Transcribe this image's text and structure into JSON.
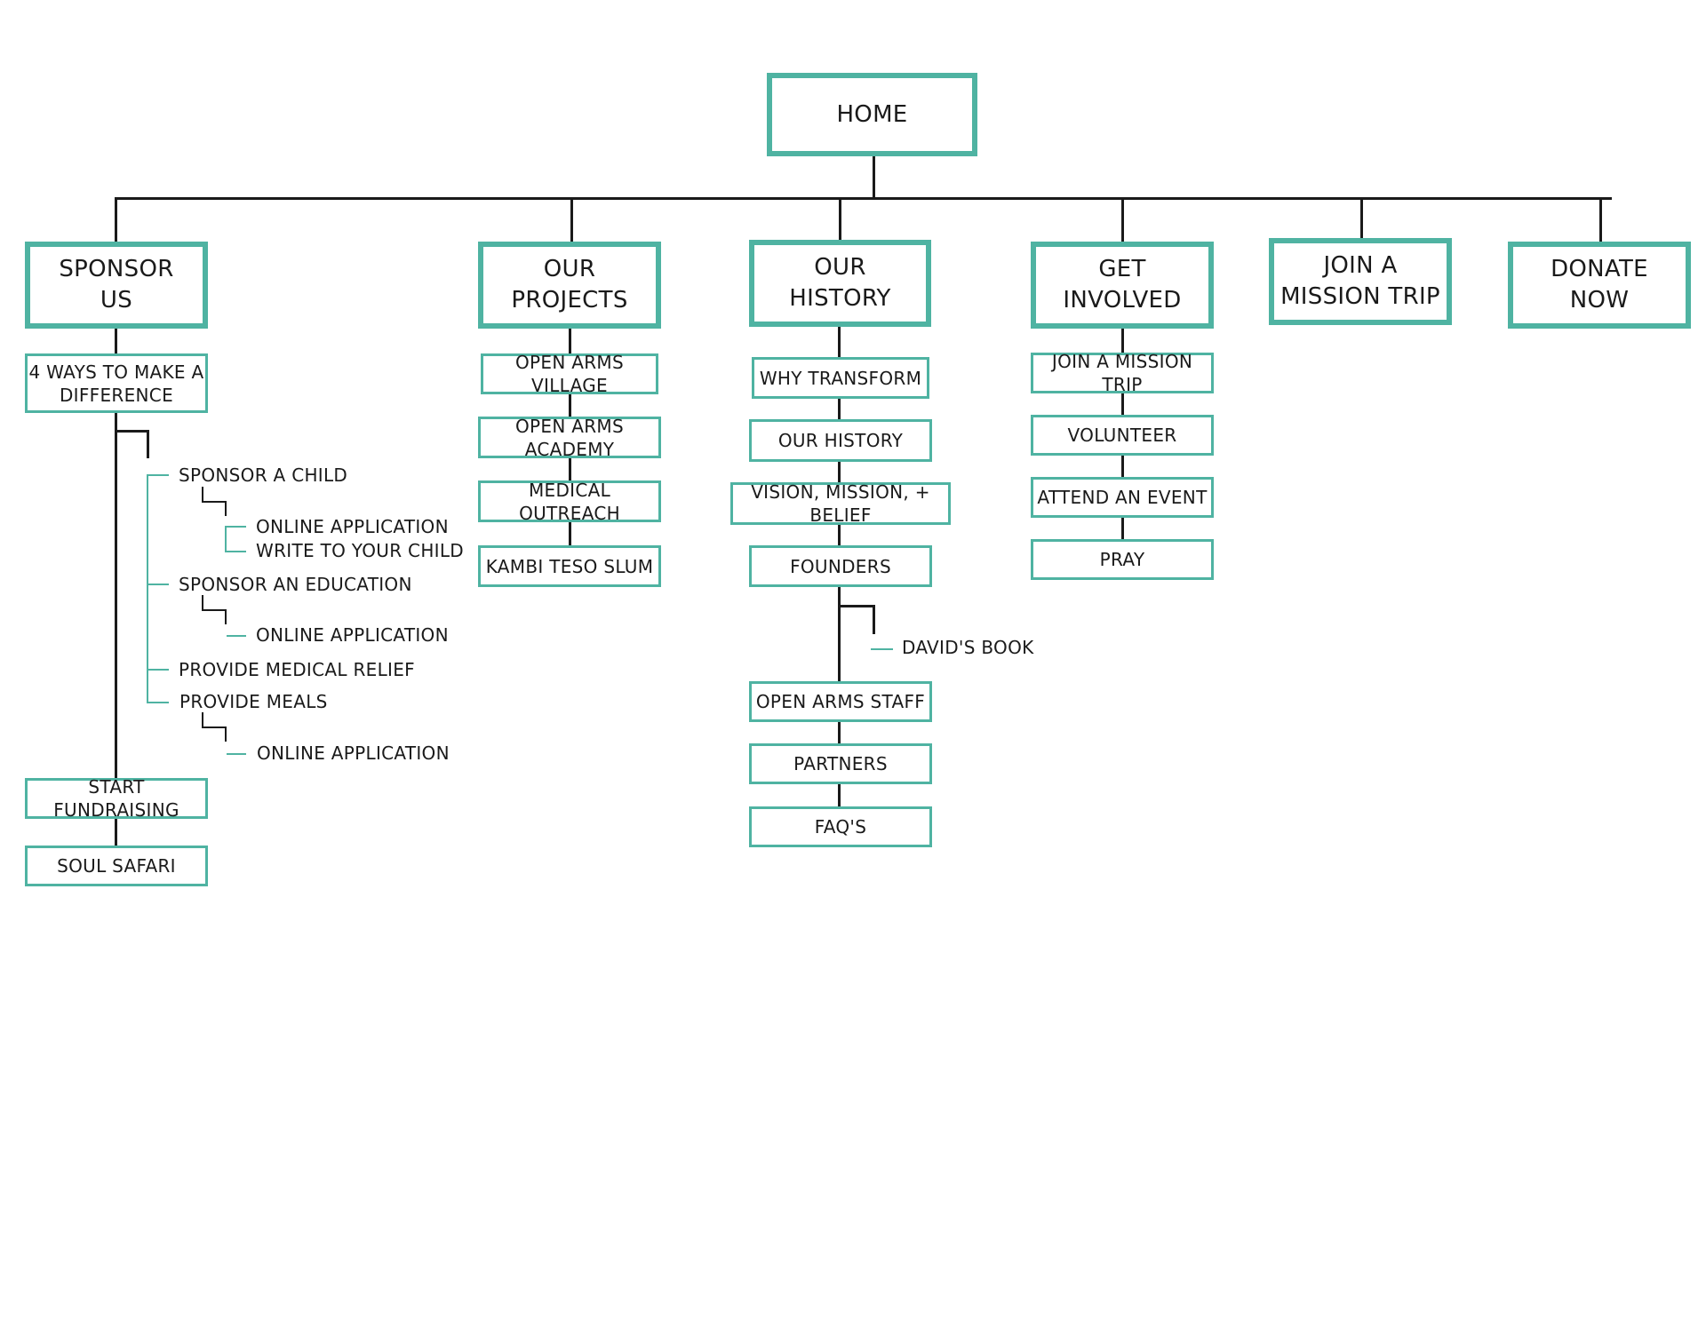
{
  "colors": {
    "accent": "#4fb3a2",
    "line": "#1a1a1a",
    "text": "#1a1a1a"
  },
  "home": "HOME",
  "sponsor": {
    "title_l1": "SPONSOR",
    "title_l2": "US",
    "ways_l1": "4 WAYS TO MAKE A",
    "ways_l2": "DIFFERENCE",
    "sponsor_child": "SPONSOR A CHILD",
    "child_online": "ONLINE APPLICATION",
    "child_write": "WRITE TO YOUR CHILD",
    "sponsor_education": "SPONSOR AN EDUCATION",
    "education_online": "ONLINE APPLICATION",
    "medical_relief": "PROVIDE MEDICAL RELIEF",
    "meals": "PROVIDE MEALS",
    "meals_online": "ONLINE APPLICATION",
    "fundraising": "START FUNDRAISING",
    "soul_safari": "SOUL SAFARI"
  },
  "projects": {
    "title_l1": "OUR",
    "title_l2": "PROJECTS",
    "items": [
      "OPEN ARMS VILLAGE",
      "OPEN ARMS ACADEMY",
      "MEDICAL OUTREACH",
      "KAMBI TESO SLUM"
    ]
  },
  "history": {
    "title_l1": "OUR",
    "title_l2": "HISTORY",
    "items": [
      "WHY TRANSFORM",
      "OUR HISTORY",
      "VISION, MISSION, + BELIEF",
      "FOUNDERS"
    ],
    "davids_book": "DAVID'S BOOK",
    "items2": [
      "OPEN ARMS STAFF",
      "PARTNERS",
      "FAQ'S"
    ]
  },
  "involved": {
    "title_l1": "GET",
    "title_l2": "INVOLVED",
    "items": [
      "JOIN A MISSION TRIP",
      "VOLUNTEER",
      "ATTEND AN EVENT",
      "PRAY"
    ]
  },
  "mission": {
    "title_l1": "JOIN A",
    "title_l2": "MISSION TRIP"
  },
  "donate": {
    "title_l1": "DONATE",
    "title_l2": "NOW"
  }
}
